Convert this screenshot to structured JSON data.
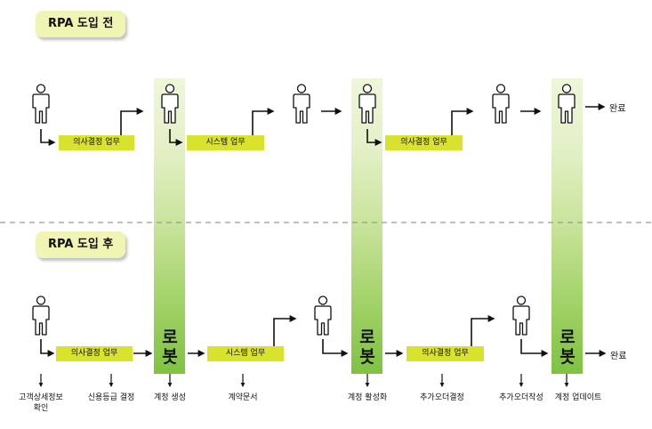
{
  "before": {
    "tag": "RPA 도입 전",
    "tasks": [
      "의사결정 업무",
      "시스템 업무",
      "의사결정 업무"
    ],
    "done": "완료"
  },
  "after": {
    "tag": "RPA 도입 후",
    "tasks": [
      "의사결정 업무",
      "시스템 업무",
      "의사결정 업무"
    ],
    "robot_label_top": "로",
    "robot_label_bottom": "봇",
    "done": "완료",
    "outputs": [
      "고객상세정보\n확인",
      "신용등급 결정",
      "계정 생성",
      "계약문서",
      "계정 활성화",
      "추가오더결정",
      "추가오더작성",
      "계정 업데이트"
    ]
  },
  "colors": {
    "tag_bg": "#f0f5b4",
    "task_bg": "#d9e22c",
    "robot_bar_top": "#eef6da",
    "robot_bar_bottom": "#7fc241",
    "divider": "#999999"
  }
}
